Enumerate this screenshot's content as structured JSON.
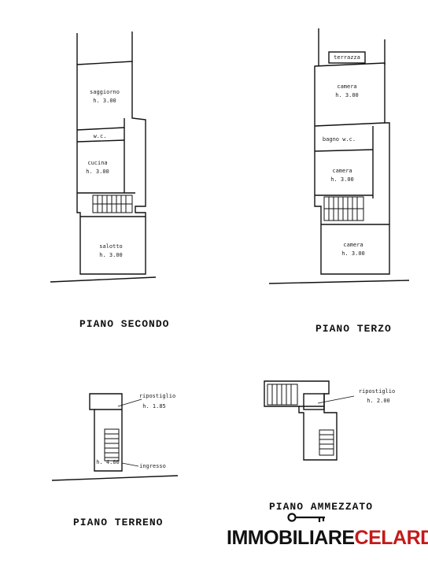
{
  "floors": {
    "secondo": {
      "title": "PIANO SECONDO",
      "rooms": [
        {
          "name": "saggiorno",
          "height": "h. 3.00"
        },
        {
          "name": "w.c."
        },
        {
          "name": "cucina",
          "height": "h. 3.00"
        },
        {
          "name": "salotto",
          "height": "h. 3.00"
        }
      ]
    },
    "terzo": {
      "title": "PIANO TERZO",
      "rooms": [
        {
          "name": "terrazza"
        },
        {
          "name": "camera",
          "height": "h. 3.00"
        },
        {
          "name": "bagno w.c."
        },
        {
          "name": "camera",
          "height": "h. 3.00"
        },
        {
          "name": "camera",
          "height": "h. 3.00"
        }
      ]
    },
    "terreno": {
      "title": "PIANO TERRENO",
      "rooms": [
        {
          "name": "ripostiglio",
          "height": "h. 1.85"
        },
        {
          "name": "ingresso",
          "height": "h. 4.00"
        }
      ]
    },
    "ammezzato": {
      "title": "PIANO AMMEZZATO",
      "rooms": [
        {
          "name": "ripostiglio",
          "height": "h. 2.00"
        }
      ]
    }
  },
  "brand": {
    "part1": "IMMOBILIARE",
    "part2": "CELARDO",
    "accent_color": "#c41a1a"
  },
  "icons": {
    "logo": "key-icon"
  }
}
